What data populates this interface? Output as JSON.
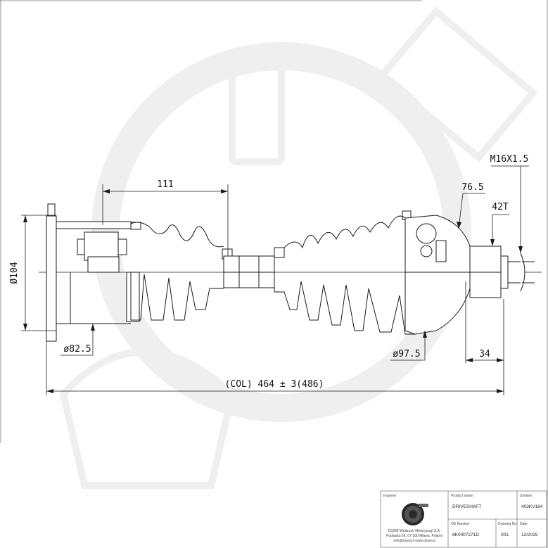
{
  "dimensions": {
    "thread": "M16X1.5",
    "splines": "42T",
    "outer_cv_length": "76.5",
    "boot_length": "111",
    "diameter_104": "Ø104",
    "diameter_82_5": "ø82.5",
    "diameter_97_5": "ø97.5",
    "spline_length": "34",
    "overall_length": "(COL) 464 ± 3(486)"
  },
  "title_block": {
    "importer_label": "Importer",
    "company_line1": "DSSW Wędzach Motoryzacji S.A.",
    "company_line2": "Poplaska 95, 07-300 Mława, Poland",
    "company_line3": "info@dssw.pl www.dssw.pl",
    "product_name_label": "Product name",
    "product_name": "DRIVESHAFT",
    "symbol_label": "Symbol",
    "symbol": "403KV164",
    "oe_number_label": "OE Number",
    "oe_number": "8K0407271D",
    "drawing_no_label": "Drawing No.",
    "drawing_no": "001",
    "date_label": "Date",
    "date": "12/2025"
  },
  "colors": {
    "line": "#1a1a1a",
    "watermark": "#ececec"
  }
}
